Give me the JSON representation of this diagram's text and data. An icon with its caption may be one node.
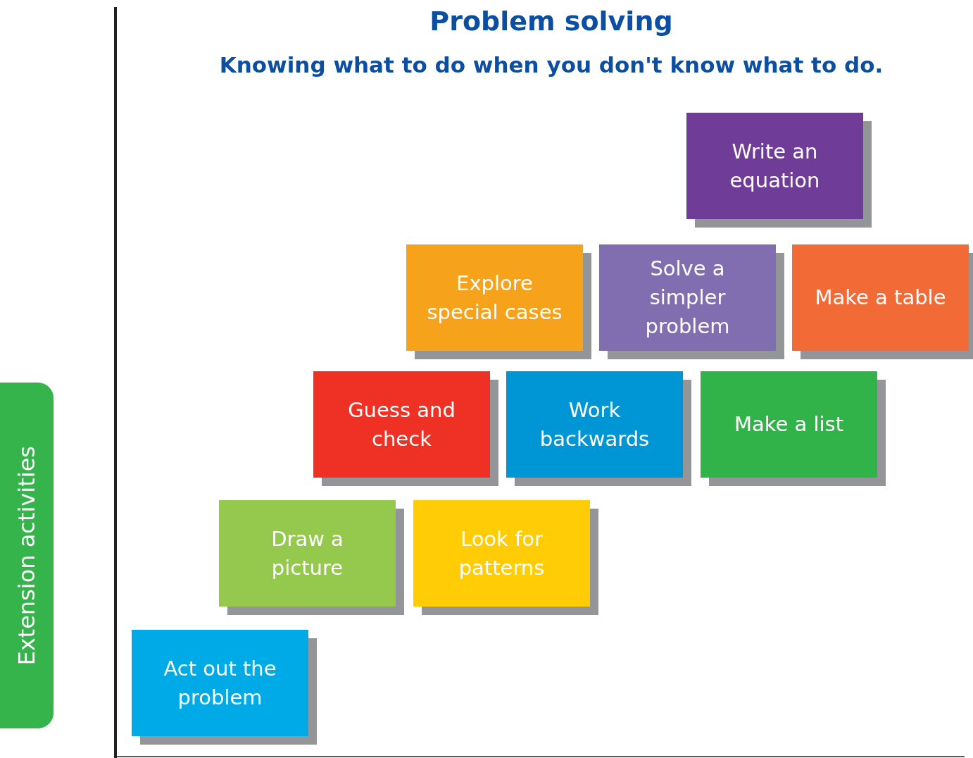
{
  "diagram": {
    "title": "Problem solving",
    "nodes": [
      {
        "text": [
          "Write an equation"
        ]
      },
      {
        "text": [
          "Explore special cases"
        ]
      },
      {
        "text": [
          "Solve a simpler problem"
        ]
      },
      {
        "text": [
          "Make a table"
        ]
      },
      {
        "text": [
          "Guess and check"
        ]
      },
      {
        "text": [
          "Work backwards"
        ]
      },
      {
        "text": [
          "Make a list"
        ]
      },
      {
        "text": [
          "Draw a picture"
        ]
      },
      {
        "text": [
          "Look for patterns"
        ]
      },
      {
        "text": [
          "Act out the problem"
        ]
      },
      {
        "text": [
          "Extension activities"
        ]
      }
    ],
    "edges": [],
    "labels": [
      "Knowing what to do when you don't know what to do."
    ]
  }
}
